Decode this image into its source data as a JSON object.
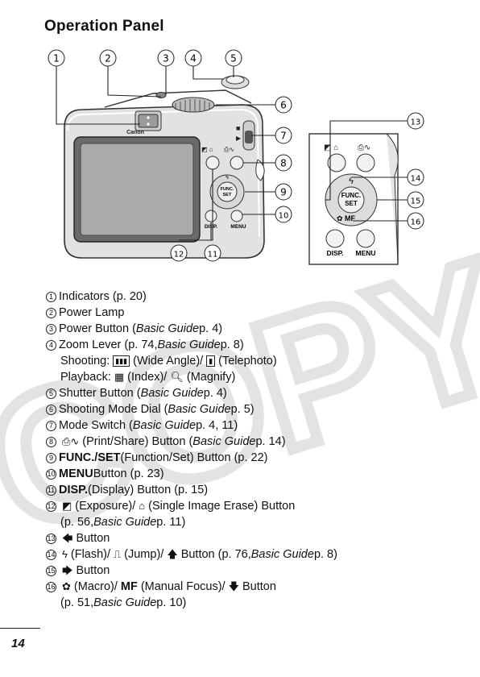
{
  "title": "Operation Panel",
  "callout_numbers": [
    "1",
    "2",
    "3",
    "4",
    "5",
    "6",
    "7",
    "8",
    "9",
    "10",
    "11",
    "12",
    "13",
    "14",
    "15",
    "16"
  ],
  "camera": {
    "brand": "Canon",
    "func_label": "FUNC.",
    "set_label": "SET",
    "disp_label": "DISP.",
    "menu_label": "MENU",
    "mf_label": "MF"
  },
  "items": [
    {
      "num": "1",
      "text": "Indicators (p. 20)"
    },
    {
      "num": "2",
      "text": "Power Lamp"
    },
    {
      "num": "3",
      "pre": "Power Button (",
      "guide": "Basic Guide",
      "post": " p. 4)"
    },
    {
      "num": "4",
      "pre": "Zoom Lever (p. 74, ",
      "guide": "Basic Guide",
      "post": " p. 8)"
    },
    {
      "cont": "shooting",
      "a": "Shooting:",
      "b": "(Wide Angle)/",
      "c": "(Telephoto)"
    },
    {
      "cont": "playback",
      "a": "Playback:",
      "b": "(Index)/",
      "c": "(Magnify)"
    },
    {
      "num": "5",
      "pre": "Shutter Button (",
      "guide": "Basic Guide",
      "post": " p. 4)"
    },
    {
      "num": "6",
      "pre": "Shooting Mode Dial (",
      "guide": "Basic Guide",
      "post": " p. 5)"
    },
    {
      "num": "7",
      "pre": "Mode Switch (",
      "guide": "Basic Guide",
      "post": " p. 4, 11)"
    },
    {
      "num": "8",
      "pre": "(Print/Share) Button (",
      "guide": "Basic Guide",
      "post": " p. 14)"
    },
    {
      "num": "9",
      "bold": "FUNC./SET",
      "post": " (Function/Set) Button (p. 22)"
    },
    {
      "num": "10",
      "bold": "MENU",
      "post": " Button (p. 23)"
    },
    {
      "num": "11",
      "bold": "DISP.",
      "post": " (Display) Button (p. 15)"
    },
    {
      "num": "12",
      "a": "(Exposure)/",
      "b": "(Single Image Erase) Button"
    },
    {
      "cont": "p12",
      "pre": "(p. 56, ",
      "guide": "Basic Guide",
      "post": " p. 11)"
    },
    {
      "num": "13",
      "text": "Button"
    },
    {
      "num": "14",
      "a": "(Flash)/",
      "b": "(Jump)/",
      "pre": "Button (p. 76, ",
      "guide": "Basic Guide",
      "post": " p. 8)"
    },
    {
      "num": "15",
      "text": "Button"
    },
    {
      "num": "16",
      "a": "(Macro)/",
      "mf": "MF",
      "b": "(Manual Focus)/",
      "c": "Button"
    },
    {
      "cont": "p16",
      "pre": "(p. 51, ",
      "guide": "Basic Guide",
      "post": " p. 10)"
    }
  ],
  "page_number": "14",
  "watermark": "COPY"
}
